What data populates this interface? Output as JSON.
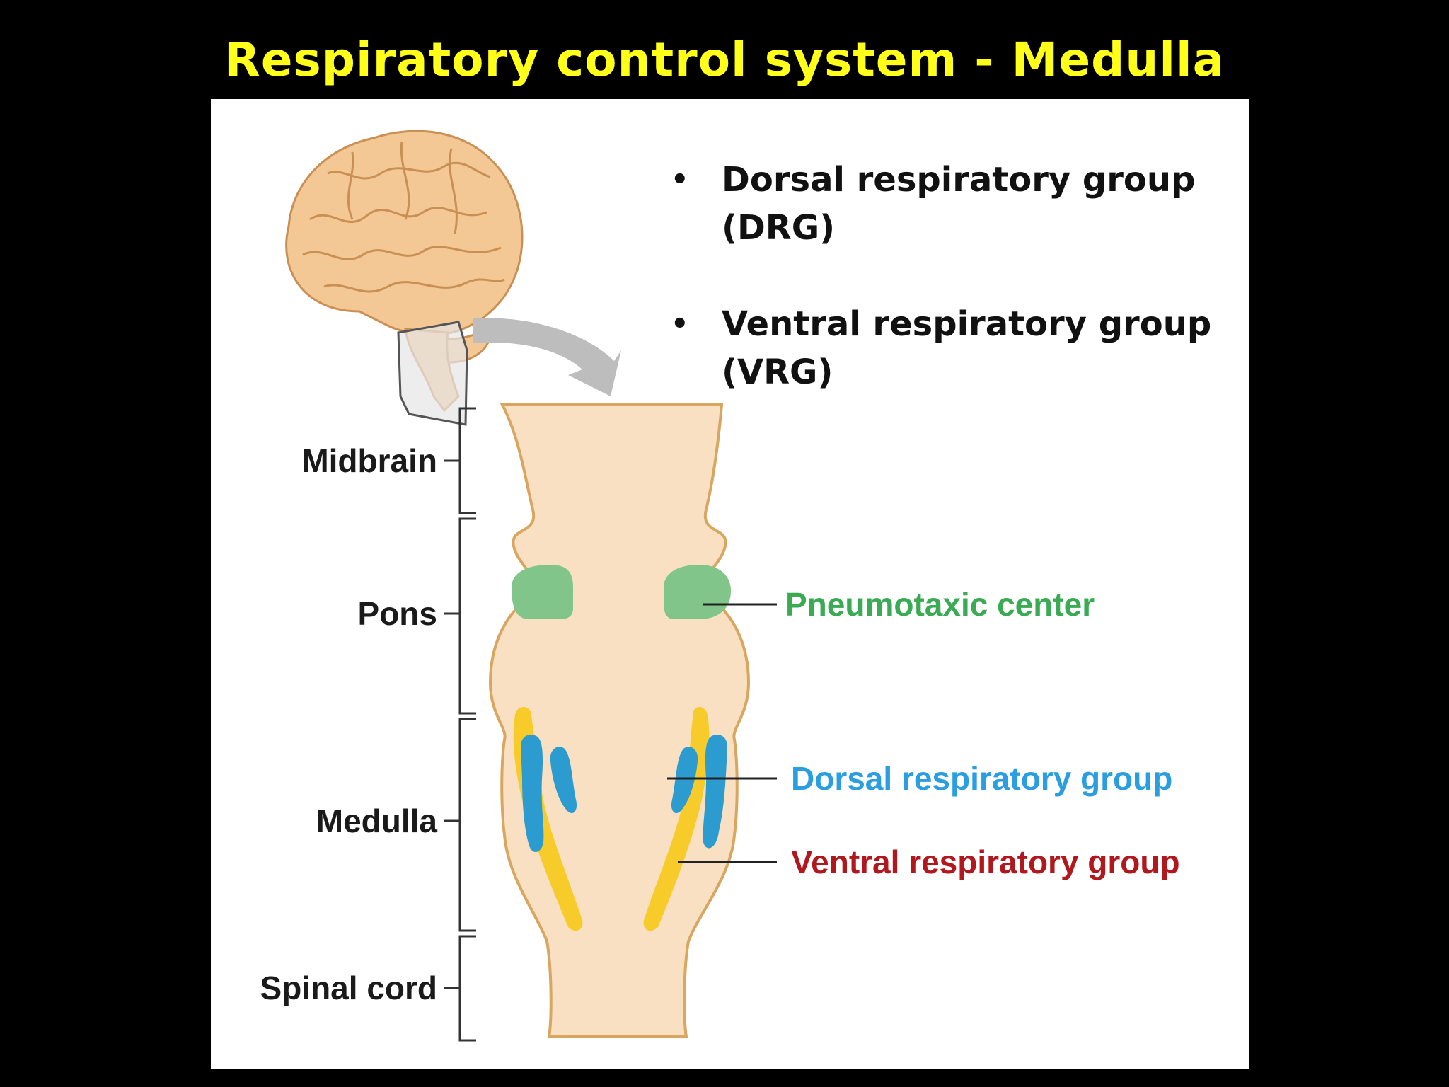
{
  "title": "Respiratory control system - Medulla",
  "colors": {
    "title": "#ffff1a",
    "background": "#000000",
    "panel": "#ffffff",
    "brain": "#f3c894",
    "brainstem": "#f9e0c3",
    "brainstem_outline": "#d9a65f",
    "pneumotaxic": "#82c58a",
    "drg": "#2b9bd0",
    "vrg": "#f7cc2a",
    "arrow": "#bdbdbd",
    "pneumotaxic_text": "#3aaa55",
    "drg_text": "#2a9ee0",
    "vrg_text": "#b0181e"
  },
  "bullets": [
    {
      "line1": "Dorsal respiratory group",
      "line2": "(DRG)"
    },
    {
      "line1": "Ventral respiratory group",
      "line2": "(VRG)"
    }
  ],
  "bullet_char": "•",
  "regions": {
    "midbrain": "Midbrain",
    "pons": "Pons",
    "medulla": "Medulla",
    "spinal_cord": "Spinal cord"
  },
  "callouts": {
    "pneumotaxic": "Pneumotaxic center",
    "drg": "Dorsal respiratory group",
    "vrg": "Ventral respiratory group"
  },
  "icons": [
    "brain-icon",
    "curved-arrow-icon",
    "brainstem-illustration"
  ]
}
